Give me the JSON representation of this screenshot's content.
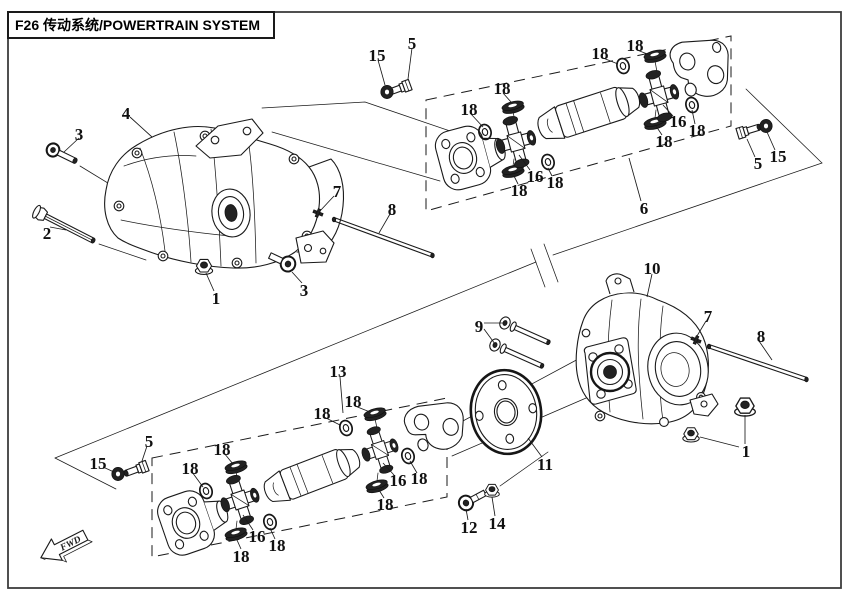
{
  "title": "F26 传动系统/POWERTRAIN SYSTEM",
  "direction_marker": "FWD",
  "colors": {
    "line": "#1a1a1a",
    "paper": "#ffffff"
  },
  "figure": {
    "groups": [
      {
        "box_label": "6",
        "content": "front propeller shaft assembly"
      },
      {
        "box_label": "13",
        "content": "rear propeller shaft assembly"
      }
    ],
    "part_callouts_visible": [
      "1",
      "2",
      "3",
      "4",
      "5",
      "6",
      "7",
      "8",
      "9",
      "10",
      "11",
      "12",
      "13",
      "14",
      "15",
      "16",
      "18"
    ]
  },
  "callouts": [
    {
      "text": "3"
    },
    {
      "text": "2"
    },
    {
      "text": "4"
    },
    {
      "text": "1"
    },
    {
      "text": "3"
    },
    {
      "text": "7"
    },
    {
      "text": "8"
    },
    {
      "text": "15"
    },
    {
      "text": "5"
    },
    {
      "text": "18"
    },
    {
      "text": "18"
    },
    {
      "text": "16"
    },
    {
      "text": "18"
    },
    {
      "text": "18"
    },
    {
      "text": "18"
    },
    {
      "text": "18"
    },
    {
      "text": "16"
    },
    {
      "text": "18"
    },
    {
      "text": "18"
    },
    {
      "text": "6"
    },
    {
      "text": "5"
    },
    {
      "text": "15"
    },
    {
      "text": "10"
    },
    {
      "text": "7"
    },
    {
      "text": "8"
    },
    {
      "text": "1"
    },
    {
      "text": "9"
    },
    {
      "text": "11"
    },
    {
      "text": "12"
    },
    {
      "text": "14"
    },
    {
      "text": "13"
    },
    {
      "text": "5"
    },
    {
      "text": "15"
    },
    {
      "text": "18"
    },
    {
      "text": "18"
    },
    {
      "text": "16"
    },
    {
      "text": "18"
    },
    {
      "text": "18"
    },
    {
      "text": "18"
    },
    {
      "text": "18"
    },
    {
      "text": "16"
    },
    {
      "text": "18"
    },
    {
      "text": "18"
    }
  ]
}
